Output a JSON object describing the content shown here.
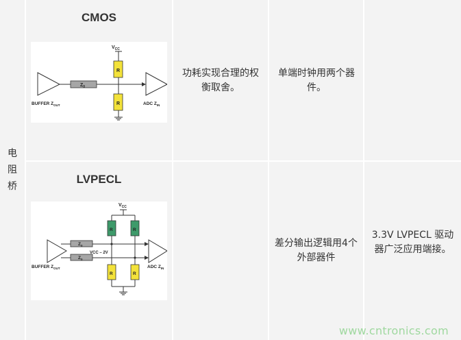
{
  "row_label": "电阻桥",
  "rows": [
    {
      "header": "CMOS",
      "col3": "功耗实现合理的权衡取舍。",
      "col4": "单端时钟用两个器件。",
      "col5": "",
      "diagram": {
        "buffer_label": "BUFFER Z",
        "buffer_sub": "OUT",
        "adc_label": "ADC Z",
        "adc_sub": "IN",
        "vcc": "V",
        "vcc_sub": "CC",
        "z0": "Z",
        "z0_sub": "0",
        "resistor": "R"
      }
    },
    {
      "header": "LVPECL",
      "col3": "",
      "col4": "差分输出逻辑用4个外部器件",
      "col5": "3.3V LVPECL 驱动器广泛应用端接。",
      "diagram": {
        "buffer_label": "BUFFER Z",
        "buffer_sub": "OUT",
        "adc_label": "ADC Z",
        "adc_sub": "IN",
        "vcc": "V",
        "vcc_sub": "CC",
        "vcc_minus": "VCC – 2V",
        "z0": "Z",
        "z0_sub": "0",
        "resistor": "R"
      }
    }
  ],
  "watermark": "www.cntronics.com",
  "colors": {
    "cell_bg": "#f3f3f3",
    "resistor_yellow": "#f3e23a",
    "resistor_green": "#3e9a6a",
    "z0_gray": "#a6a6a6",
    "watermark": "#9fd89f"
  }
}
